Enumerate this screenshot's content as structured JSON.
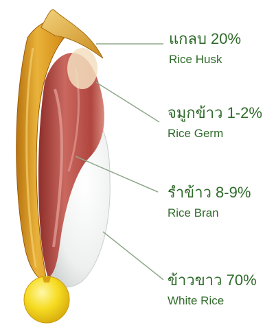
{
  "labels": [
    {
      "id": "husk",
      "thai": "แกลบ 20%",
      "english": "Rice Husk"
    },
    {
      "id": "germ",
      "thai": "จมูกข้าว 1-2%",
      "english": "Rice Germ"
    },
    {
      "id": "bran",
      "thai": "รำข้าว 8-9%",
      "english": "Rice Bran"
    },
    {
      "id": "white",
      "thai": "ข้าวขาว 70%",
      "english": "White Rice"
    }
  ],
  "colors": {
    "label_text": "#2f6b2a",
    "leader_line": "#8fa88a",
    "husk": "#e0a52a",
    "bran": "#b8504a",
    "endosperm": "#eef0ef",
    "germ_tip": "#f2d21c"
  }
}
